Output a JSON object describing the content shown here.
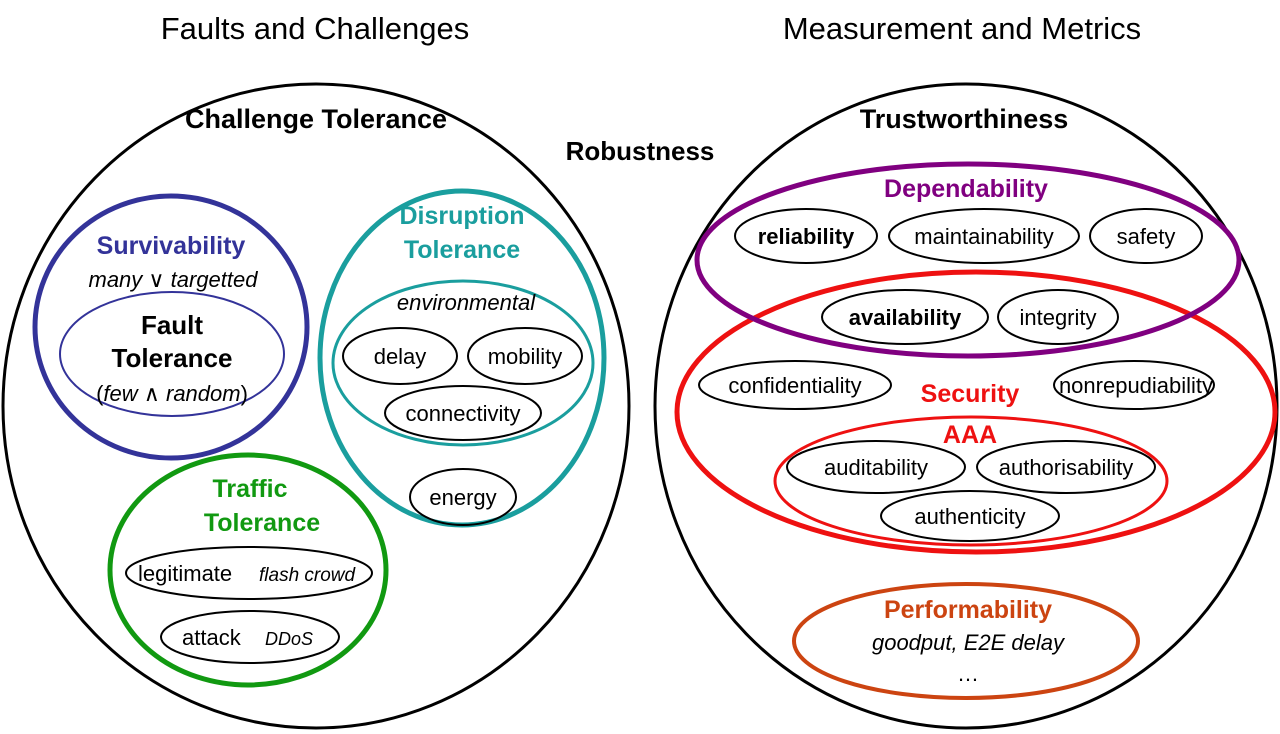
{
  "colors": {
    "survivability": "#333399",
    "traffic": "#119911",
    "disruption": "#1a9e9e",
    "dependability": "#800080",
    "security": "#ee1111",
    "performability": "#cc4411"
  },
  "left": {
    "heading": "Faults and Challenges",
    "title": "Challenge Tolerance",
    "survivability": {
      "title": "Survivability",
      "subtitle_pre": "many ",
      "subtitle_sym": "∨",
      "subtitle_post": " targetted"
    },
    "fault": {
      "line1": "Fault",
      "line2": "Tolerance",
      "sub_open": "(",
      "sub_few": "few ",
      "sub_sym": "∧",
      "sub_random": " random",
      "sub_close": ")"
    },
    "disruption": {
      "line1": "Disruption",
      "line2": "Tolerance",
      "environmental": "environmental",
      "delay": "delay",
      "mobility": "mobility",
      "connectivity": "connectivity",
      "energy": "energy"
    },
    "traffic": {
      "line1": "Traffic",
      "line2": "Tolerance",
      "legitimate": "legitimate",
      "flash_crowd": "flash crowd",
      "attack": "attack",
      "ddos": "DDoS"
    }
  },
  "center": {
    "robustness": "Robustness"
  },
  "right": {
    "heading": "Measurement and Metrics",
    "title": "Trustworthiness",
    "dependability": {
      "title": "Dependability",
      "reliability": "reliability",
      "maintainability": "maintainability",
      "safety": "safety",
      "availability": "availability",
      "integrity": "integrity"
    },
    "security": {
      "title": "Security",
      "confidentiality": "confidentiality",
      "nonrepudiability": "nonrepudiability",
      "aaa": "AAA",
      "auditability": "auditability",
      "authorisability": "authorisability",
      "authenticity": "authenticity"
    },
    "performability": {
      "title": "Performability",
      "metrics": "goodput, E2E delay",
      "ellipsis": "…"
    }
  }
}
